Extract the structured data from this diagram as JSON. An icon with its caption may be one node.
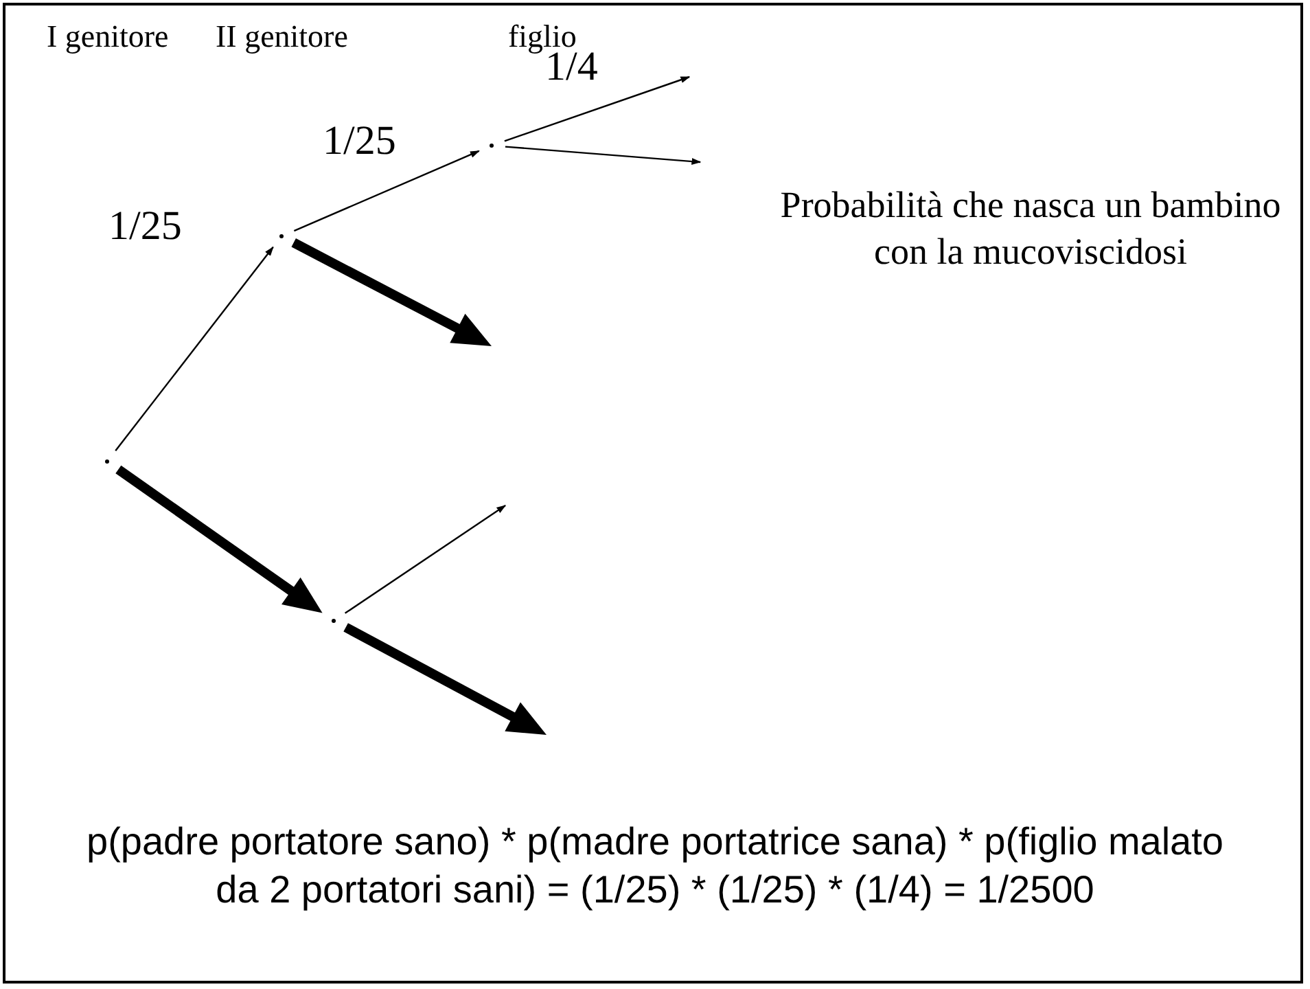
{
  "diagram": {
    "nodes": [
      {
        "text": [],
        "shape": "point"
      },
      {
        "text": [],
        "shape": "point"
      },
      {
        "text": [],
        "shape": "point"
      },
      {
        "text": [],
        "shape": "point"
      }
    ],
    "edges": [
      {
        "from": 0,
        "to": 1,
        "arrow": "to",
        "label": "1/25"
      },
      {
        "from": 1,
        "to": 2,
        "arrow": "to",
        "label": "1/25"
      },
      {
        "from": 2,
        "to": null,
        "arrow": "to",
        "label": "1/4"
      },
      {
        "from": 2,
        "to": null,
        "arrow": "to"
      },
      {
        "from": 1,
        "to": null,
        "arrow": "to",
        "style": "thick"
      },
      {
        "from": 0,
        "to": 3,
        "arrow": "to",
        "style": "thick"
      },
      {
        "from": 3,
        "to": null,
        "arrow": "to"
      },
      {
        "from": 3,
        "to": null,
        "arrow": "to",
        "style": "thick"
      }
    ],
    "labels": [
      "I genitore",
      "II genitore",
      "figlio",
      "Probabilità che nasca un bambino con la mucoviscidosi",
      "p(padre portatore sano) * p(madre portatrice sana) * p(figlio malato da 2 portatori sani) = (1/25) * (1/25) * (1/4) = 1/2500"
    ]
  }
}
